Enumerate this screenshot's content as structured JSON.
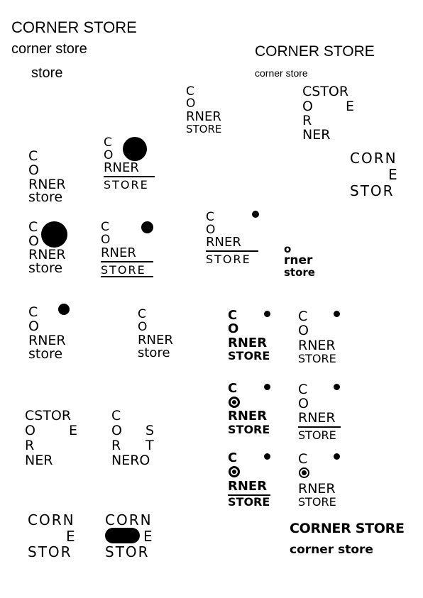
{
  "colors": {
    "ink": "#000000",
    "paper": "#ffffff"
  },
  "words": {
    "caps": "CORNER STORE",
    "lower": "corner store",
    "store_lower": "store",
    "store_caps": "STORE",
    "C": "C",
    "O": "O",
    "R": "R",
    "N": "N",
    "E": "E",
    "S": "S",
    "T": "T",
    "o": "o",
    "RNER": "RNER",
    "NER": "NER",
    "NERO": "NERO",
    "STOR": "STOR",
    "CSTOR": "CSTOR",
    "CORN": "CORN",
    "rner": "rner"
  }
}
